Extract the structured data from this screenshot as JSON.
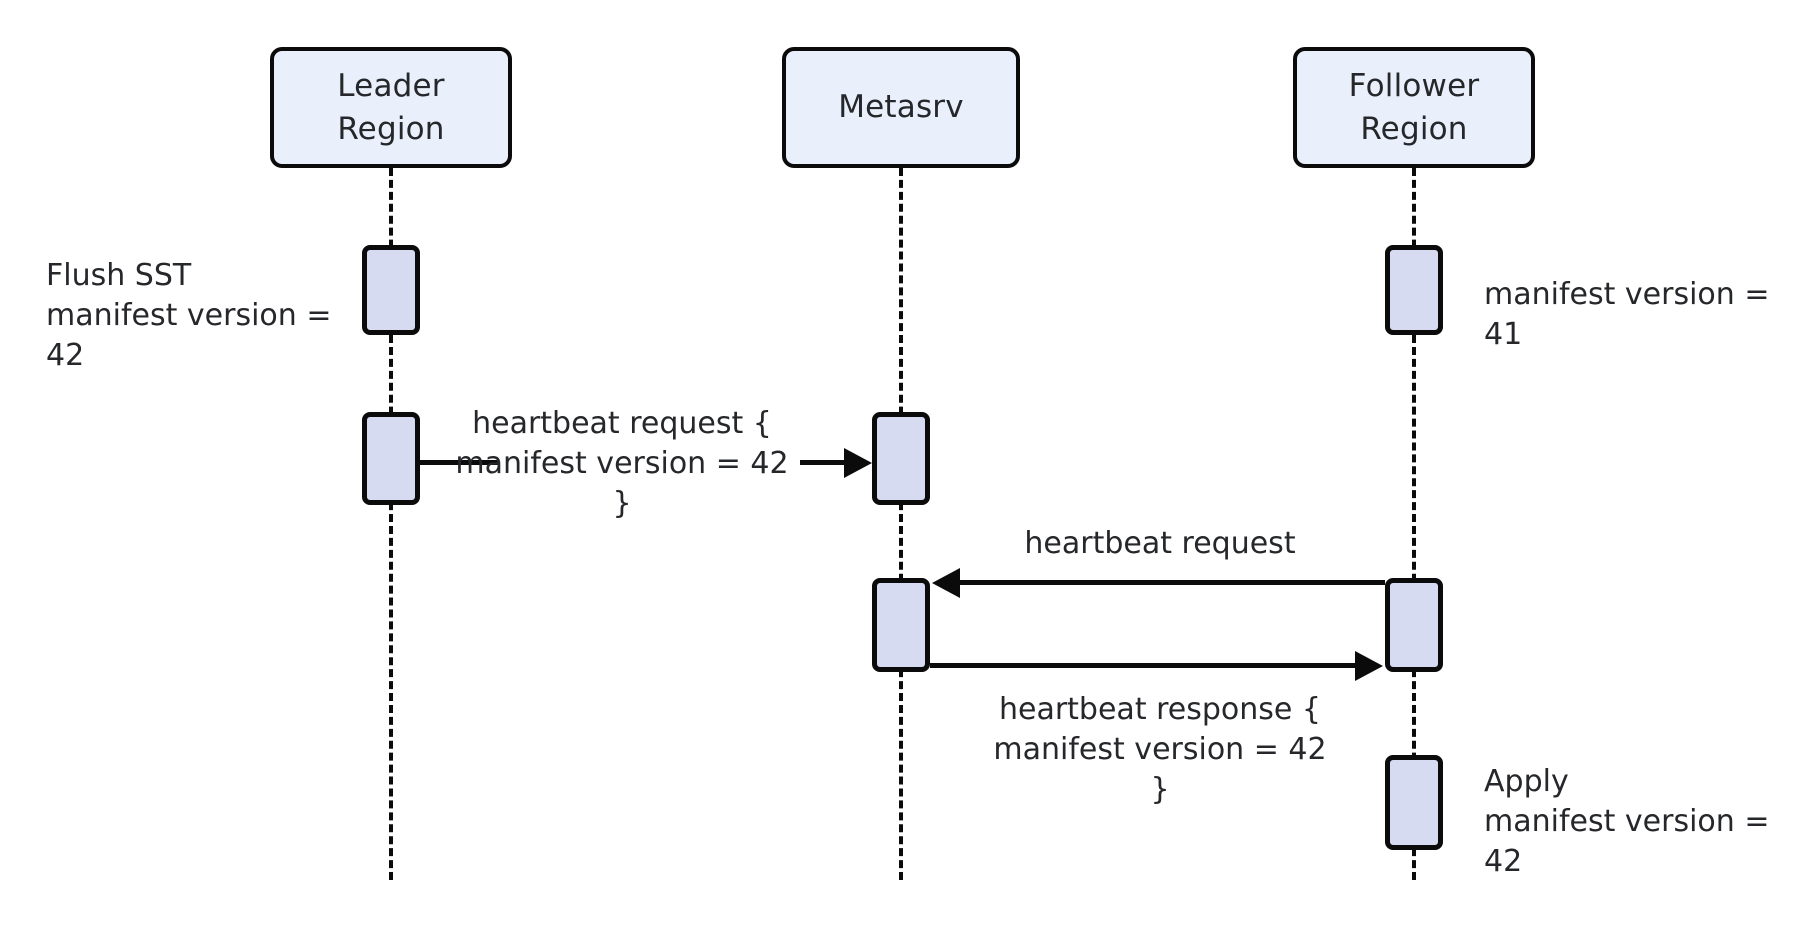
{
  "diagram": {
    "type": "sequence-diagram",
    "colors": {
      "participant_fill": "#eaf0fb",
      "activation_fill": "#d6dbf2",
      "stroke": "#0b0b0b",
      "text": "#26272b",
      "background": "#ffffff"
    },
    "participants": [
      {
        "id": "leader",
        "label": "Leader\nRegion"
      },
      {
        "id": "metasrv",
        "label": "Metasrv"
      },
      {
        "id": "follower",
        "label": "Follower\nRegion"
      }
    ],
    "notes": [
      {
        "id": "flush-sst",
        "text": "Flush SST\nmanifest version = 42",
        "side": "left",
        "participant": "leader"
      },
      {
        "id": "follower-version",
        "text": "manifest version = 41",
        "side": "right",
        "participant": "follower"
      },
      {
        "id": "apply",
        "text": "Apply\nmanifest version = 42",
        "side": "right",
        "participant": "follower"
      }
    ],
    "messages": [
      {
        "id": "heartbeat-request-leader",
        "text": "heartbeat request {\n    manifest version = 42\n}",
        "from": "leader",
        "to": "metasrv",
        "direction": "right"
      },
      {
        "id": "heartbeat-request-follower",
        "text": "heartbeat request",
        "from": "follower",
        "to": "metasrv",
        "direction": "left"
      },
      {
        "id": "heartbeat-response-metasrv",
        "text": "heartbeat response {\n    manifest version = 42\n}",
        "from": "metasrv",
        "to": "follower",
        "direction": "right"
      }
    ]
  }
}
